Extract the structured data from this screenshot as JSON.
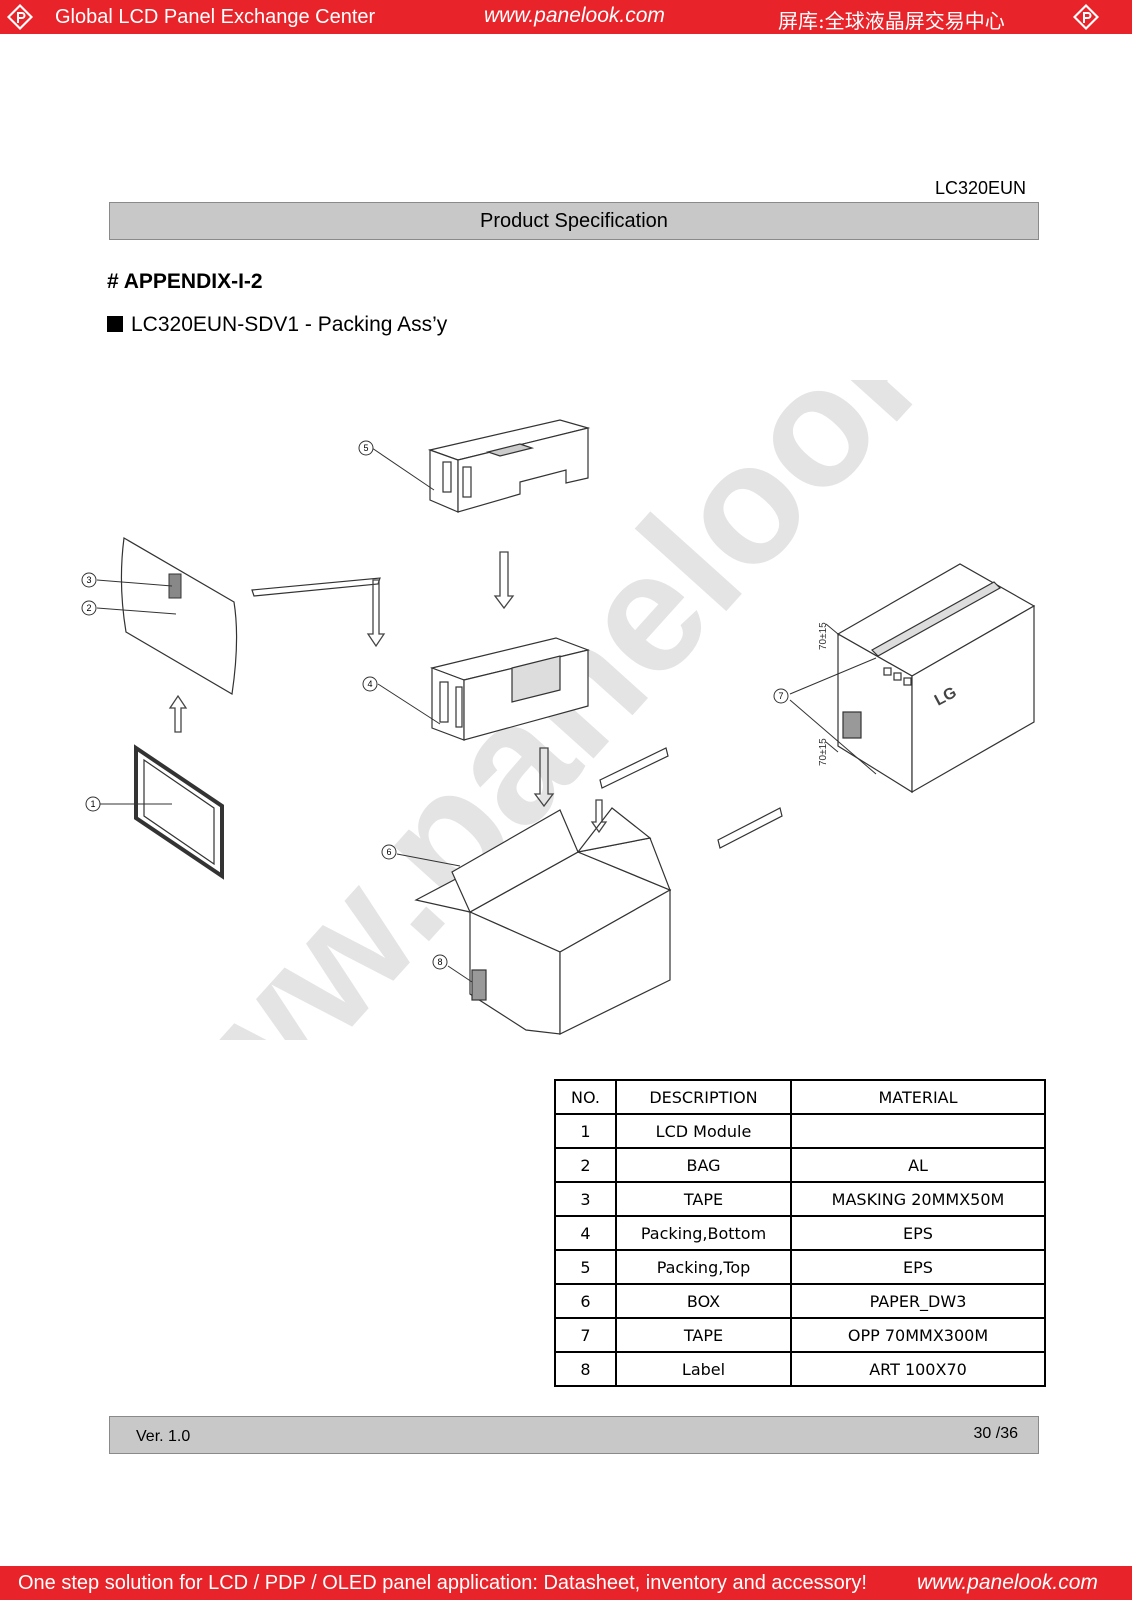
{
  "header": {
    "left_text": "Global LCD Panel Exchange Center",
    "center_url": "www.panelook.com",
    "right_text": "屏库:全球液晶屏交易中心"
  },
  "doc": {
    "model": "LC320EUN",
    "spec_title": "Product Specification",
    "appendix_title": "# APPENDIX-I-2",
    "section_title": "LC320EUN-SDV1 - Packing Ass’y"
  },
  "drawing": {
    "callouts": [
      "1",
      "2",
      "3",
      "4",
      "5",
      "6",
      "7",
      "8"
    ],
    "dimension_label": "70±15",
    "brand_mark": "LG",
    "watermark": "www.panelook.com"
  },
  "parts_table": {
    "headers": [
      "NO.",
      "DESCRIPTION",
      "MATERIAL"
    ],
    "rows": [
      [
        "1",
        "LCD Module",
        ""
      ],
      [
        "2",
        "BAG",
        "AL"
      ],
      [
        "3",
        "TAPE",
        "MASKING 20MMX50M"
      ],
      [
        "4",
        "Packing,Bottom",
        "EPS"
      ],
      [
        "5",
        "Packing,Top",
        "EPS"
      ],
      [
        "6",
        "BOX",
        "PAPER_DW3"
      ],
      [
        "7",
        "TAPE",
        "OPP 70MMX300M"
      ],
      [
        "8",
        "Label",
        "ART 100X70"
      ]
    ]
  },
  "footer": {
    "version": "Ver. 1.0",
    "page": "30 /36"
  },
  "bottom_banner": {
    "text": "One step solution for LCD / PDP / OLED panel application: Datasheet, inventory and accessory!",
    "url": "www.panelook.com"
  },
  "colors": {
    "banner": "#e8232a",
    "bar": "#c8c8c8"
  }
}
